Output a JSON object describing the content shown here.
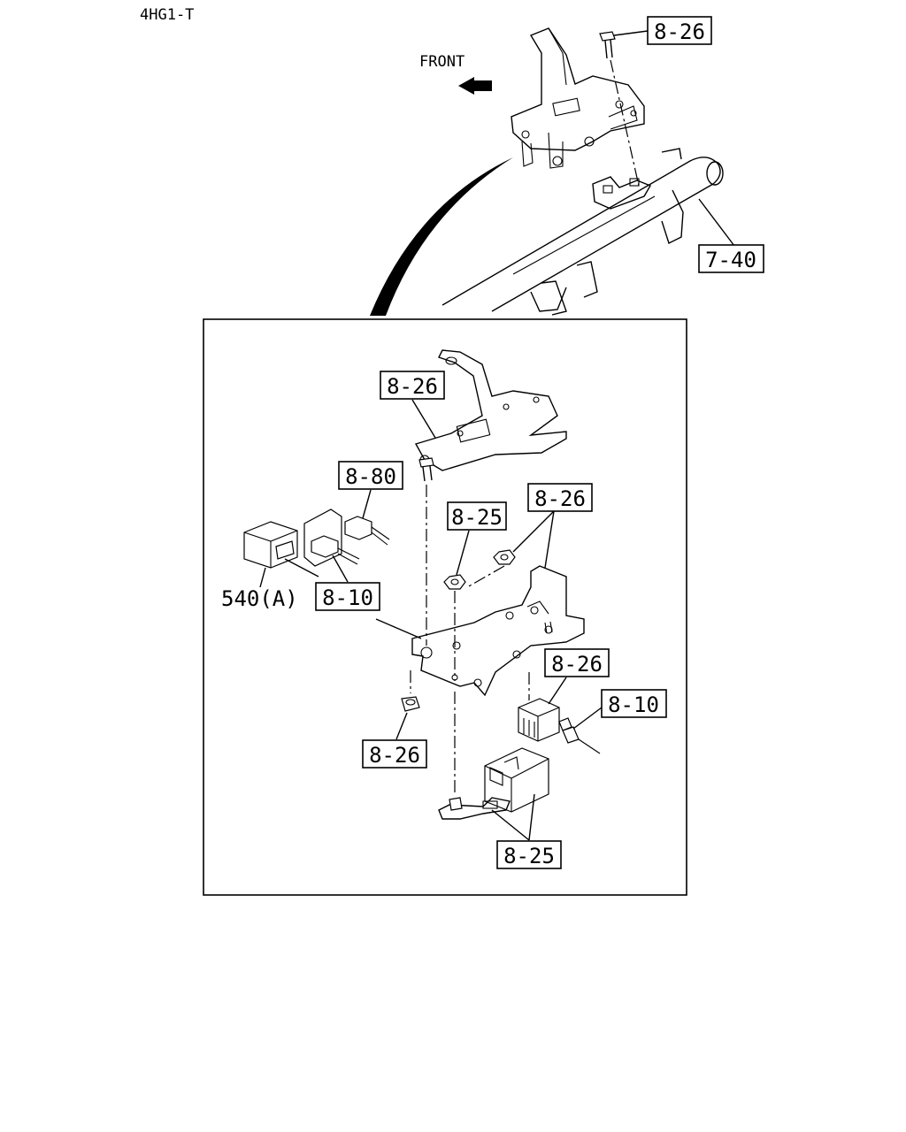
{
  "engine_code": "4HG1-T",
  "direction_label": "FRONT",
  "callouts": {
    "top_bolt": "8-26",
    "crossmember": "7-40",
    "inset_bracket": "8-26",
    "connector_upper": "8-80",
    "nut_left": "8-25",
    "nuts_right": "8-26",
    "relay_block": "540(A)",
    "harness_connector": "8-10",
    "relay_right": "8-26",
    "relay_connector": "8-10",
    "grommet": "8-26",
    "control_unit": "8-25"
  }
}
